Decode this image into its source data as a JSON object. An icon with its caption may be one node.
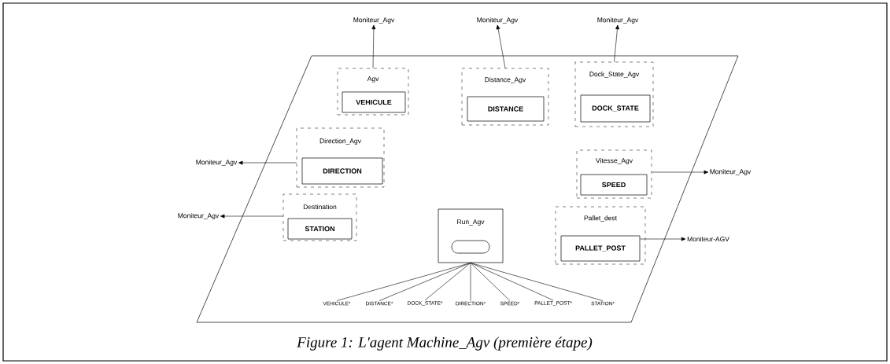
{
  "diagram": {
    "caption": "Figure 1: L'agent Machine_Agv (première étape)",
    "nodes": [
      {
        "text": [
          "Agv"
        ]
      },
      {
        "text": [
          "VEHICULE"
        ],
        "in": 0
      },
      {
        "text": [
          "Distance_Agv"
        ]
      },
      {
        "text": [
          "DISTANCE"
        ],
        "in": 2
      },
      {
        "text": [
          "Dock_State_Agv"
        ]
      },
      {
        "text": [
          "DOCK_STATE"
        ],
        "in": 4
      },
      {
        "text": [
          "Direction_Agv"
        ]
      },
      {
        "text": [
          "DIRECTION"
        ],
        "in": 6
      },
      {
        "text": [
          "Vitesse_Agv"
        ]
      },
      {
        "text": [
          "SPEED"
        ],
        "in": 8
      },
      {
        "text": [
          "Destination"
        ]
      },
      {
        "text": [
          "STATION"
        ],
        "in": 10
      },
      {
        "text": [
          "Run_Agv"
        ]
      },
      {
        "text": [],
        "shape": "oval",
        "in": 12
      },
      {
        "text": [
          "Pallet_dest"
        ]
      },
      {
        "text": [
          "PALLET_POST"
        ],
        "in": 14
      },
      {
        "text": [
          "Moniteur_Agv"
        ]
      },
      {
        "text": [
          "Moniteur_Agv"
        ]
      },
      {
        "text": [
          "Moniteur_Agv"
        ]
      },
      {
        "text": [
          "Moniteur_Agv"
        ]
      },
      {
        "text": [
          "Moniteur_Agv"
        ]
      },
      {
        "text": [
          "Moniteur_Agv"
        ]
      },
      {
        "text": [
          "Moniteur-AGV"
        ]
      },
      {
        "text": [
          "VEHICULE*"
        ]
      },
      {
        "text": [
          "DISTANCE*"
        ]
      },
      {
        "text": [
          "DOCK_STATE*"
        ]
      },
      {
        "text": [
          "DIRECTION*"
        ]
      },
      {
        "text": [
          "SPEED*"
        ]
      },
      {
        "text": [
          "PALLET_POST*"
        ]
      },
      {
        "text": [
          "STATION*"
        ]
      }
    ],
    "edges": [
      {
        "from": 0,
        "to": 16,
        "arrow": "to"
      },
      {
        "from": 2,
        "to": 17,
        "arrow": "to"
      },
      {
        "from": 4,
        "to": 18,
        "arrow": "to"
      },
      {
        "from": 6,
        "to": 19,
        "arrow": "to"
      },
      {
        "from": 8,
        "to": 20,
        "arrow": "to"
      },
      {
        "from": 10,
        "to": 21,
        "arrow": "to"
      },
      {
        "from": 15,
        "to": 22,
        "arrow": "to"
      },
      {
        "from": 12,
        "to": 23,
        "arrow": "none"
      },
      {
        "from": 12,
        "to": 24,
        "arrow": "none"
      },
      {
        "from": 12,
        "to": 25,
        "arrow": "none"
      },
      {
        "from": 12,
        "to": 26,
        "arrow": "none"
      },
      {
        "from": 12,
        "to": 27,
        "arrow": "none"
      },
      {
        "from": 12,
        "to": 28,
        "arrow": "none"
      },
      {
        "from": 12,
        "to": 29,
        "arrow": "none"
      }
    ]
  }
}
